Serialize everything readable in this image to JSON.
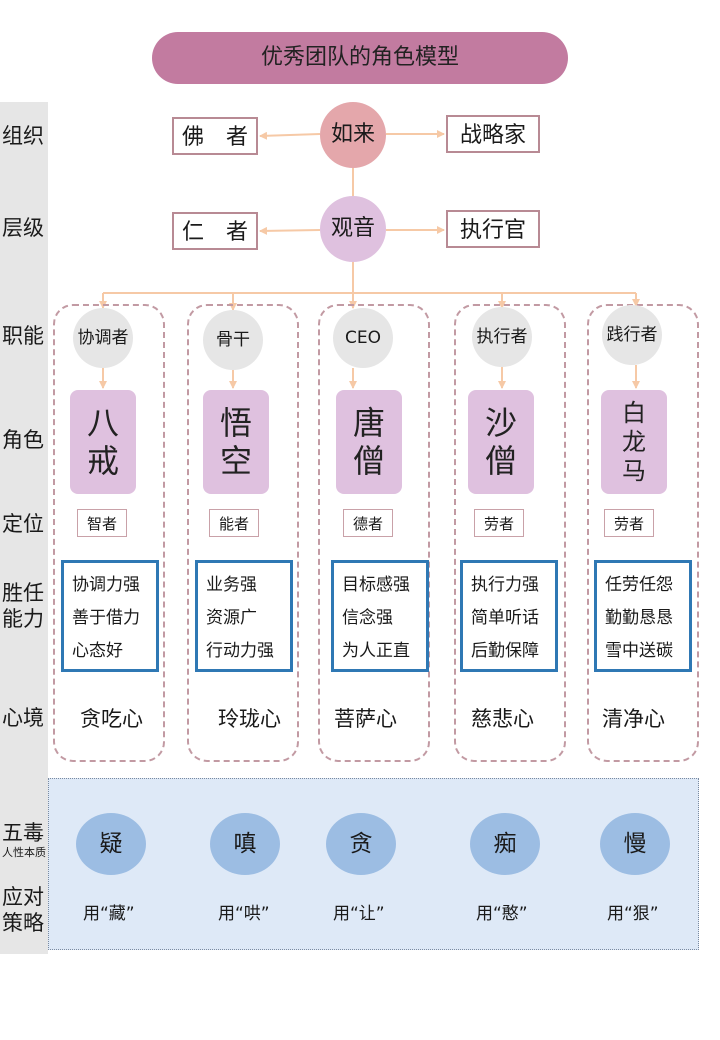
{
  "title": "优秀团队的角色模型",
  "row_labels": {
    "org": "组织",
    "level": "层级",
    "function": "职能",
    "role": "角色",
    "position": "定位",
    "ability_line1": "胜任",
    "ability_line2": "能力",
    "mind": "心境",
    "poison": "五毒",
    "poison_sub": "人性本质",
    "strategy_line1": "应对",
    "strategy_line2": "策略"
  },
  "top": {
    "rulai": "如来",
    "guanyin": "观音",
    "fozhe": "佛　者",
    "renzhe": "仁　者",
    "strategist": "战略家",
    "executive": "执行官"
  },
  "columns": [
    {
      "function": "协调者",
      "role_chars": [
        "八",
        "戒"
      ],
      "position": "智者",
      "abilities": [
        "协调力强",
        "善于借力",
        "心态好"
      ],
      "mind": "贪吃心",
      "poison": "疑",
      "strategy": "用“藏”"
    },
    {
      "function": "骨干",
      "role_chars": [
        "悟",
        "空"
      ],
      "position": "能者",
      "abilities": [
        "业务强",
        "资源广",
        "行动力强"
      ],
      "mind": "玲珑心",
      "poison": "嗔",
      "strategy": "用“哄”"
    },
    {
      "function": "CEO",
      "role_chars": [
        "唐",
        "僧"
      ],
      "position": "德者",
      "abilities": [
        "目标感强",
        "信念强",
        "为人正直"
      ],
      "mind": "菩萨心",
      "poison": "贪",
      "strategy": "用“让”"
    },
    {
      "function": "执行者",
      "role_chars": [
        "沙",
        "僧"
      ],
      "position": "劳者",
      "abilities": [
        "执行力强",
        "简单听话",
        "后勤保障"
      ],
      "mind": "慈悲心",
      "poison": "痴",
      "strategy": "用“憨”"
    },
    {
      "function": "践行者",
      "role_chars": [
        "白",
        "龙",
        "马"
      ],
      "position": "劳者",
      "abilities": [
        "任劳任怨",
        "勤勤恳恳",
        "雪中送碳"
      ],
      "mind": "清净心",
      "poison": "慢",
      "strategy": "用“狠”"
    }
  ],
  "colors": {
    "title_pill": "#c27ba0",
    "rulai": "#e4a7ab",
    "guanyin": "#dfc1df",
    "role_box": "#dfc1df",
    "connector": "#f6c9a6",
    "ability_border": "#2f78b4",
    "poison_circle": "#9cbde3",
    "bottom_panel": "#dee9f7"
  }
}
